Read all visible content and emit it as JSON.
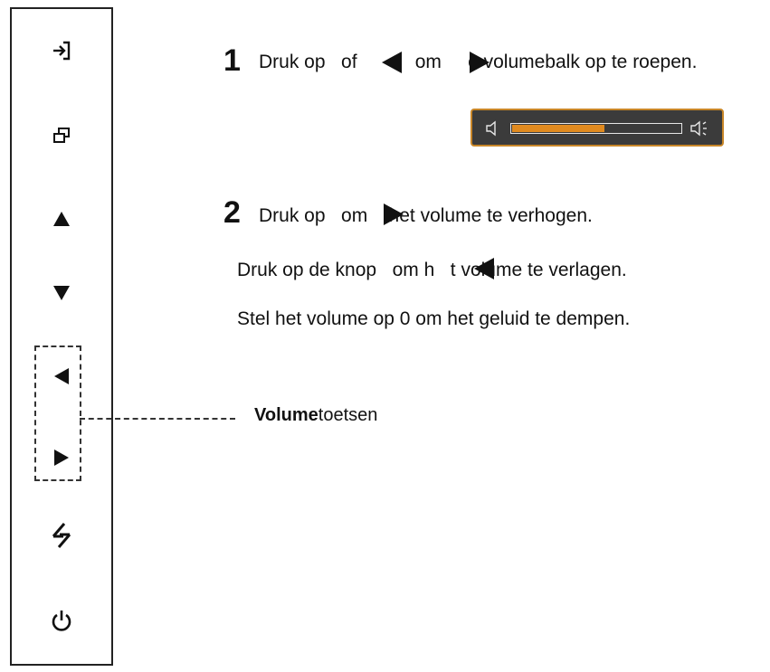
{
  "panel": {
    "buttons": [
      {
        "name": "input-icon"
      },
      {
        "name": "window-icon"
      },
      {
        "name": "up-arrow-icon"
      },
      {
        "name": "down-arrow-icon"
      },
      {
        "name": "left-arrow-icon"
      },
      {
        "name": "right-arrow-icon"
      },
      {
        "name": "auto-adjust-icon"
      },
      {
        "name": "power-icon"
      }
    ],
    "volume_keys_label_bold": "Volume",
    "volume_keys_label_rest": "toetsen"
  },
  "step1": {
    "number": "1",
    "text": "Druk op   of      o   om     e volumebalk op te roepen."
  },
  "volume_bar": {
    "level": 0.55,
    "accent": "#e08a1f",
    "border": "#c88628"
  },
  "step2": {
    "number": "2",
    "line1": "Druk op   om    het volume te verhogen.",
    "line2": "Druk op de knop   om h   t volume te verlagen.",
    "line3": "Stel het volume op 0 om het geluid te dempen."
  }
}
